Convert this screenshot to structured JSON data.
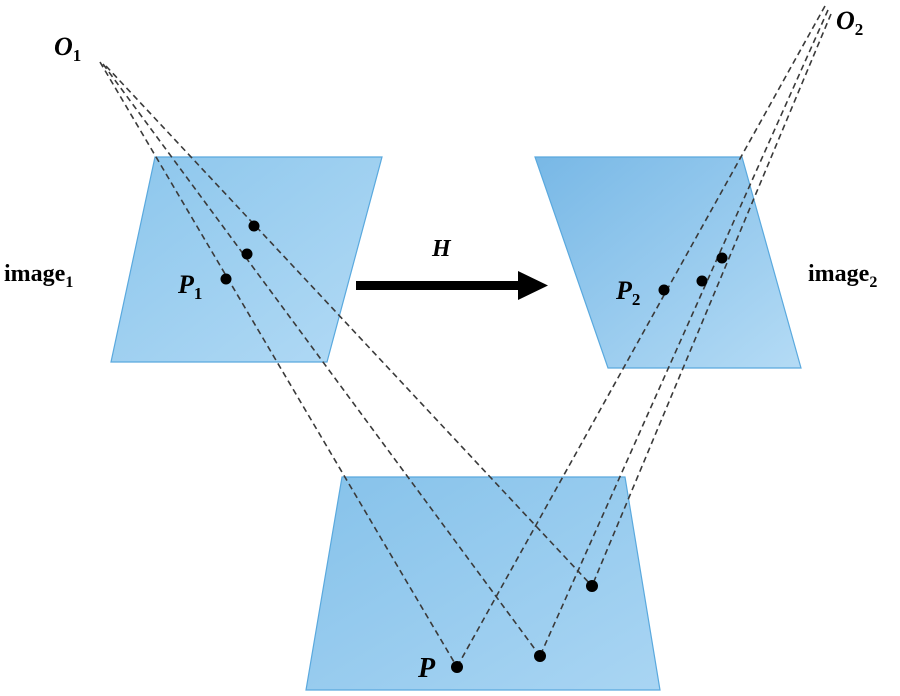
{
  "labels": {
    "camera1": "O",
    "camera1_sub": "1",
    "camera2": "O",
    "camera2_sub": "2",
    "image1": "image",
    "image1_sub": "1",
    "image2": "image",
    "image2_sub": "2",
    "point_p1": "P",
    "point_p1_sub": "1",
    "point_p2": "P",
    "point_p2_sub": "2",
    "point_p": "P",
    "homography": "H"
  },
  "colors": {
    "plane_light": "#a7d3f2",
    "plane_dark": "#7fbde8",
    "plane_stroke": "#5aa9de",
    "ray": "#3a3a3a",
    "point": "#000000",
    "arrow": "#000000"
  }
}
